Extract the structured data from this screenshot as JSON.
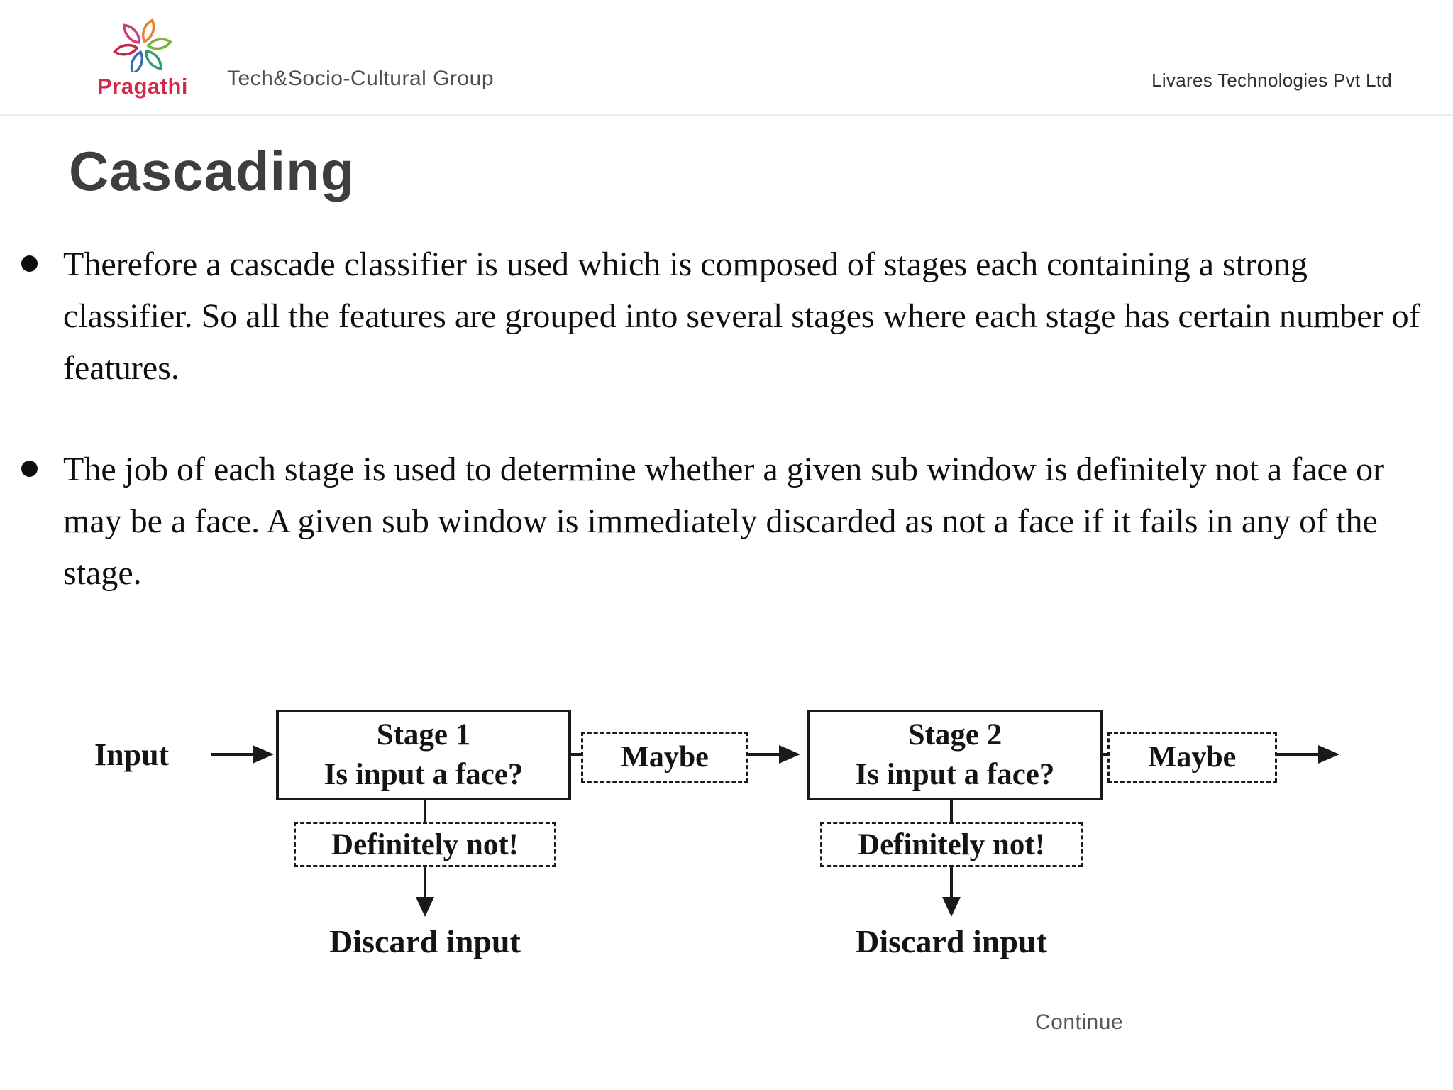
{
  "header": {
    "brand": "Pragathi",
    "brand_color": "#d2294b",
    "logo_leaf_colors": [
      "#cf3f7d",
      "#e8822e",
      "#7ab33f",
      "#2fa06a",
      "#3a6cb5",
      "#c22a4a"
    ],
    "group": "Tech&Socio-Cultural Group",
    "company": "Livares Technologies Pvt Ltd"
  },
  "slide": {
    "title": "Cascading",
    "bullets": [
      "Therefore a cascade classifier is used which is composed of stages each containing a strong classifier. So all the features are grouped into several stages where each stage has certain number of features.",
      "The job of each stage is used to determine whether a given sub window is definitely not a face or may be a face. A given sub window is immediately discarded as not a face if it fails in any of the stage."
    ]
  },
  "diagram": {
    "input_label": "Input",
    "stages": [
      {
        "title": "Stage 1",
        "question": "Is input a face?",
        "maybe_label": "Maybe",
        "reject_label": "Definitely not!",
        "discard_label": "Discard input"
      },
      {
        "title": "Stage 2",
        "question": "Is input a face?",
        "maybe_label": "Maybe",
        "reject_label": "Definitely not!",
        "discard_label": "Discard input"
      }
    ],
    "line_color": "#1a1a1a"
  },
  "footer": {
    "continue_label": "Continue"
  }
}
